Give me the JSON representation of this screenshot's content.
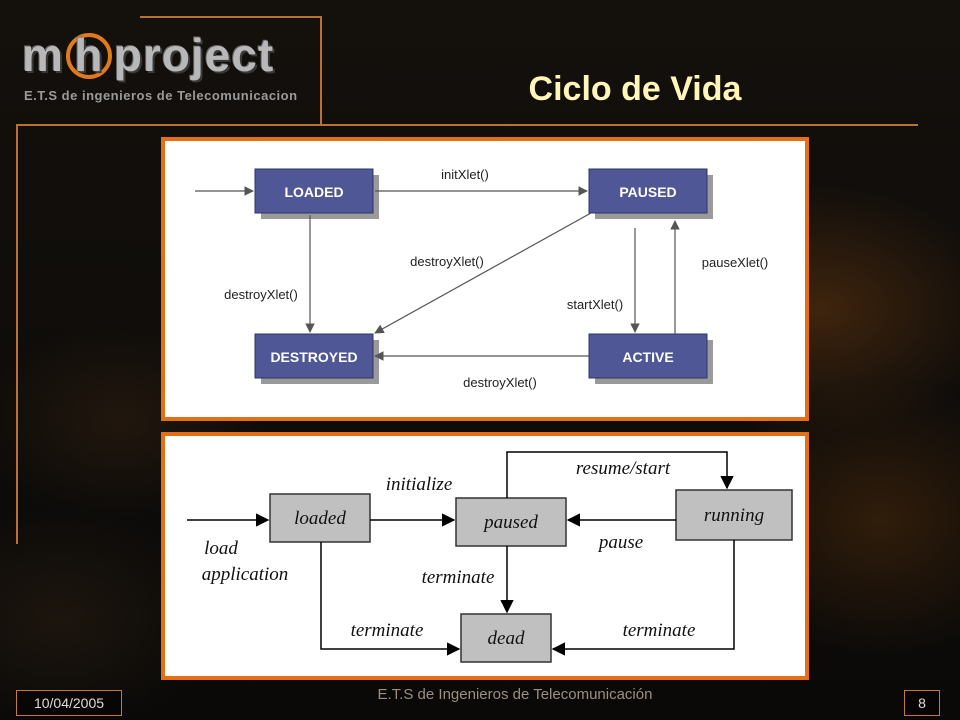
{
  "logo": {
    "word_prefix": "m",
    "word_h": "h",
    "word_suffix": "project",
    "subtitle": "E.T.S de ingenieros de Telecomunicacion"
  },
  "title": "Ciclo de Vida",
  "diagram1": {
    "states": {
      "loaded": "LOADED",
      "paused": "PAUSED",
      "destroyed": "DESTROYED",
      "active": "ACTIVE"
    },
    "transitions": {
      "init": "initXlet()",
      "destroy_from_paused": "destroyXlet()",
      "destroy_from_loaded": "destroyXlet()",
      "start": "startXlet()",
      "pause": "pauseXlet()",
      "destroy_from_active": "destroyXlet()"
    },
    "colors": {
      "state_fill": "#4f5796",
      "state_shadow": "#9a9a9a",
      "state_text": "#ffffff",
      "arrow": "#555555"
    }
  },
  "diagram2": {
    "states": {
      "loaded": "loaded",
      "paused": "paused",
      "running": "running",
      "dead": "dead"
    },
    "transitions": {
      "load_line1": "load",
      "load_line2": "application",
      "initialize": "initialize",
      "resume": "resume/start",
      "pause": "pause",
      "terminate_paused": "terminate",
      "terminate_loaded": "terminate",
      "terminate_running": "terminate"
    },
    "colors": {
      "state_fill": "#c0c0c0",
      "arrow": "#000000"
    }
  },
  "footer": {
    "date": "10/04/2005",
    "center": "E.T.S de Ingenieros de Telecomunicación",
    "page": "8"
  },
  "colors": {
    "frame_orange": "#e46f14",
    "title": "#fff6b8"
  }
}
